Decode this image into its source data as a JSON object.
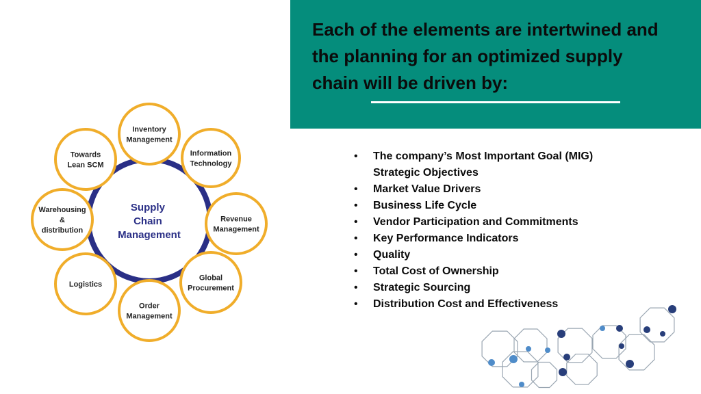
{
  "header": {
    "title": "Each of the elements are intertwined and the planning for an optimized supply chain will be driven by:"
  },
  "diagram": {
    "center_label_lines": [
      "Supply",
      "Chain",
      "Management"
    ],
    "nodes": [
      {
        "lines": [
          "Inventory",
          "Management"
        ]
      },
      {
        "lines": [
          "Information",
          "Technology"
        ]
      },
      {
        "lines": [
          "Revenue",
          "Management"
        ]
      },
      {
        "lines": [
          "Global",
          "Procurement"
        ]
      },
      {
        "lines": [
          "Order",
          "Management"
        ]
      },
      {
        "lines": [
          "Logistics"
        ]
      },
      {
        "lines": [
          "Warehousing",
          "&",
          "distribution"
        ]
      },
      {
        "lines": [
          "Towards",
          "Lean SCM"
        ]
      }
    ],
    "colors": {
      "ring": "#2a2f86",
      "node_stroke": "#f0ad2a",
      "center_text": "#2a2f86",
      "node_text": "#222222"
    }
  },
  "bullets": [
    "The company’s Most Important Goal (MIG) Strategic Objectives",
    "Market Value Drivers",
    "Business Life Cycle",
    "Vendor Participation and Commitments",
    "Key Performance Indicators",
    "Quality",
    "Total Cost of Ownership",
    "Strategic Sourcing",
    "Distribution Cost and Effectiveness"
  ],
  "bullet_symbol": "•",
  "colors": {
    "header_bg": "#058d7c",
    "deco_line": "#9aa6b2",
    "deco_dot_dark": "#283e7a",
    "deco_dot_light": "#4f8cc9"
  }
}
